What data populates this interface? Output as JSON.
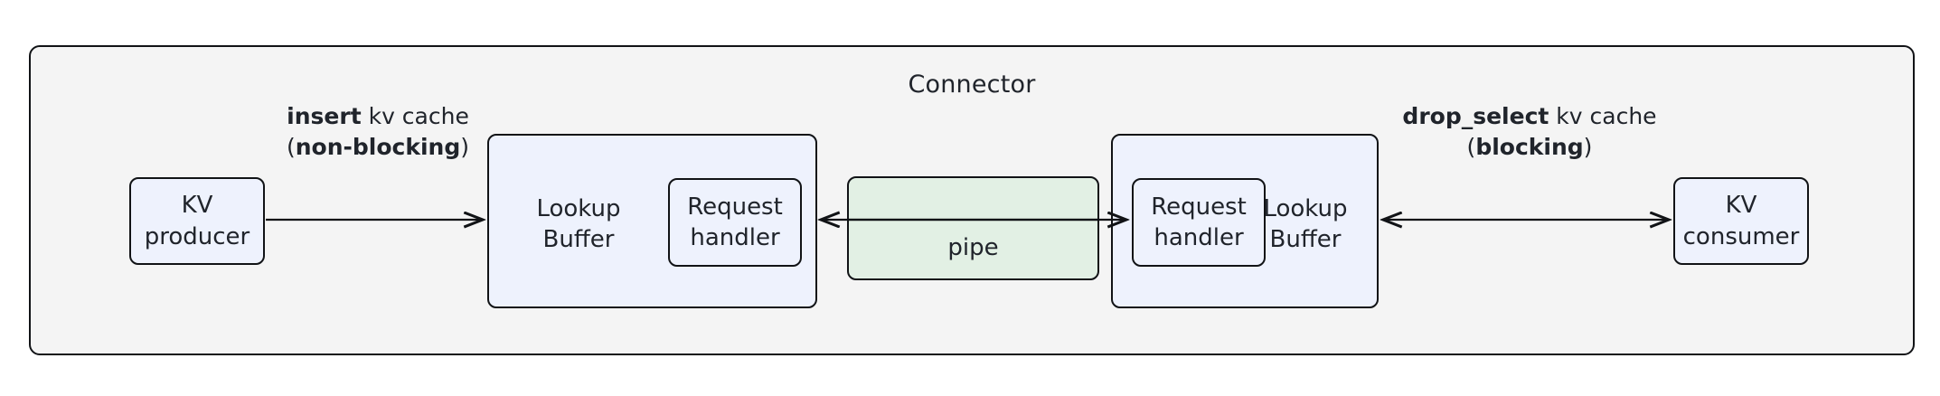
{
  "diagram": {
    "container": {
      "title": "Connector"
    },
    "nodes": {
      "kv_producer": "KV\nproducer",
      "kv_consumer": "KV\nconsumer",
      "lookup_buffer_left": "Lookup\nBuffer",
      "lookup_buffer_right": "Lookup\nBuffer",
      "request_handler_left": "Request\nhandler",
      "request_handler_right": "Request\nhandler",
      "pipe": "pipe"
    },
    "edges": {
      "insert": {
        "bold_prefix": "insert",
        "rest": " kv cache",
        "line2_open": "(",
        "line2_bold": "non-blocking",
        "line2_close": ")",
        "direction": "right"
      },
      "drop_select": {
        "bold_prefix": "drop_select",
        "rest": " kv cache",
        "line2_open": "(",
        "line2_bold": "blocking",
        "line2_close": ")",
        "direction": "bidirectional"
      }
    },
    "colors": {
      "container_bg": "#f4f4f4",
      "node_bg": "#eef2fd",
      "pipe_bg": "#e2f0e4",
      "stroke": "#111316",
      "text": "#20242b"
    }
  }
}
